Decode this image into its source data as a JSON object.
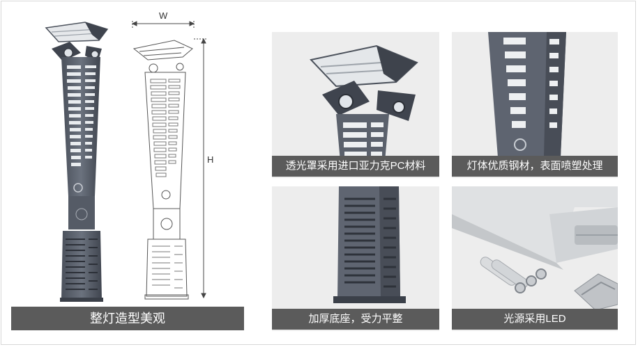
{
  "captions": {
    "main": "整灯造型美观",
    "shade": "透光罩采用进口亚力克PC材料",
    "body": "灯体优质钢材，表面喷塑处理",
    "base": "加厚底座，受力平整",
    "led": "光源采用LED"
  },
  "dimensions": {
    "width_label": "W",
    "height_label": "H"
  },
  "colors": {
    "caption_bg": "#5b5b5b",
    "caption_text": "#ffffff",
    "lamp_body": "#5e6470",
    "lamp_light": "#e9ecef",
    "panel_bg": "#ededed"
  }
}
